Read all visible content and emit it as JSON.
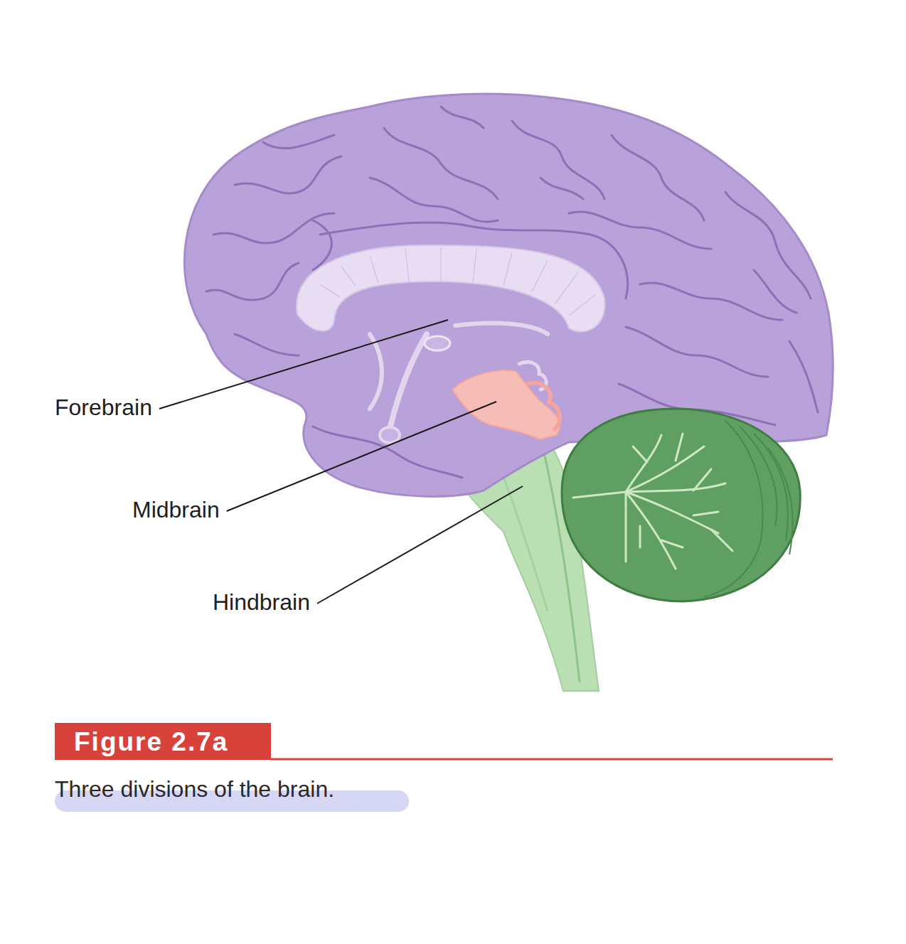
{
  "diagram": {
    "title": "Figure 2.7a",
    "caption": "Three divisions of the brain.",
    "labels": [
      "Forebrain",
      "Midbrain",
      "Hindbrain"
    ]
  }
}
